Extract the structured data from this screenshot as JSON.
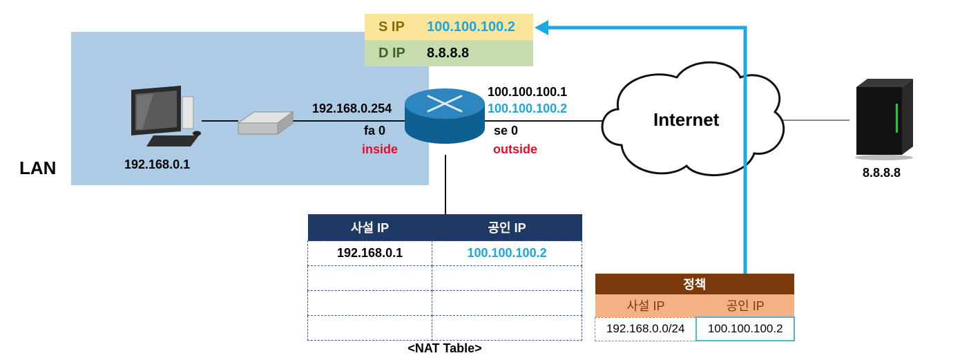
{
  "lan": {
    "label": "LAN"
  },
  "header": {
    "src_key": "S IP",
    "src_value": "100.100.100.2",
    "dst_key": "D IP",
    "dst_value": "8.8.8.8",
    "src_bg": "#fbe59a",
    "dst_bg": "#c6dcae",
    "src_key_color": "#8a6a00",
    "dst_key_color": "#3c6224"
  },
  "pc": {
    "ip": "192.168.0.1"
  },
  "router": {
    "inside_ip": "192.168.0.254",
    "inside_iface": "fa 0",
    "inside_label": "inside",
    "outside_ip": "100.100.100.1",
    "outside_nat_ip": "100.100.100.2",
    "outside_iface": "se 0",
    "outside_label": "outside"
  },
  "internet": {
    "label": "Internet"
  },
  "server": {
    "ip": "8.8.8.8"
  },
  "nat_table": {
    "headers": [
      "사설 IP",
      "공인 IP"
    ],
    "rows": [
      [
        "192.168.0.1",
        "100.100.100.2"
      ],
      [
        "",
        ""
      ],
      [
        "",
        ""
      ],
      [
        "",
        ""
      ]
    ],
    "caption": "<NAT Table>"
  },
  "policy": {
    "title": "정책",
    "headers": [
      "사설 IP",
      "공인 IP"
    ],
    "row": [
      "192.168.0.0/24",
      "100.100.100.2"
    ]
  },
  "colors": {
    "arrow": "#19a9e3",
    "accent_red": "#e0102a",
    "accent_cyan": "#1aa7e0"
  }
}
